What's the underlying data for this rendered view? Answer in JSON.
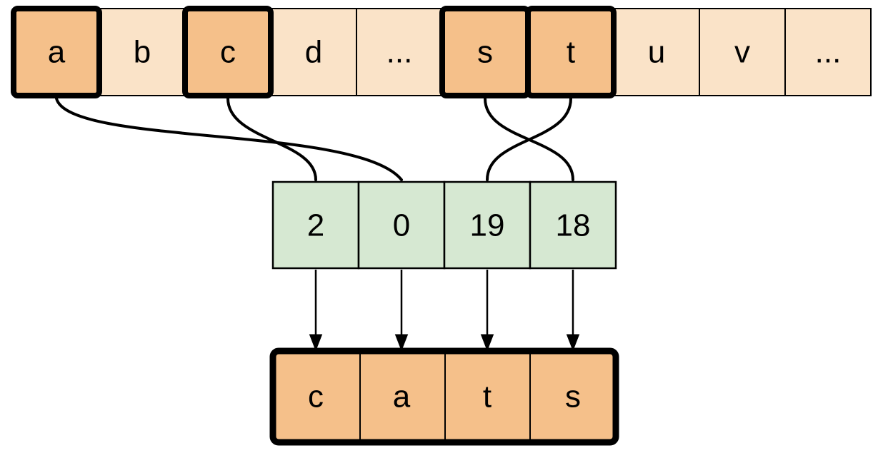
{
  "diagram": {
    "description": "alphabet-to-index mapping producing the word cats",
    "colors": {
      "plain_fill": "#FAE3C8",
      "highlight_fill": "#F5C08A",
      "index_fill": "#D6E8D2",
      "stroke": "#000000"
    },
    "alphabet_row": {
      "cells": [
        {
          "label": "a",
          "highlighted": true
        },
        {
          "label": "b",
          "highlighted": false
        },
        {
          "label": "c",
          "highlighted": true
        },
        {
          "label": "d",
          "highlighted": false
        },
        {
          "label": "...",
          "highlighted": false
        },
        {
          "label": "s",
          "highlighted": true
        },
        {
          "label": "t",
          "highlighted": true
        },
        {
          "label": "u",
          "highlighted": false
        },
        {
          "label": "v",
          "highlighted": false
        },
        {
          "label": "...",
          "highlighted": false
        }
      ]
    },
    "index_row": {
      "cells": [
        {
          "label": "2"
        },
        {
          "label": "0"
        },
        {
          "label": "19"
        },
        {
          "label": "18"
        }
      ]
    },
    "output_row": {
      "cells": [
        {
          "label": "c"
        },
        {
          "label": "a"
        },
        {
          "label": "t"
        },
        {
          "label": "s"
        }
      ]
    },
    "connections": [
      {
        "from": "a",
        "to": "0"
      },
      {
        "from": "c",
        "to": "2"
      },
      {
        "from": "s",
        "to": "18"
      },
      {
        "from": "t",
        "to": "19"
      }
    ]
  }
}
